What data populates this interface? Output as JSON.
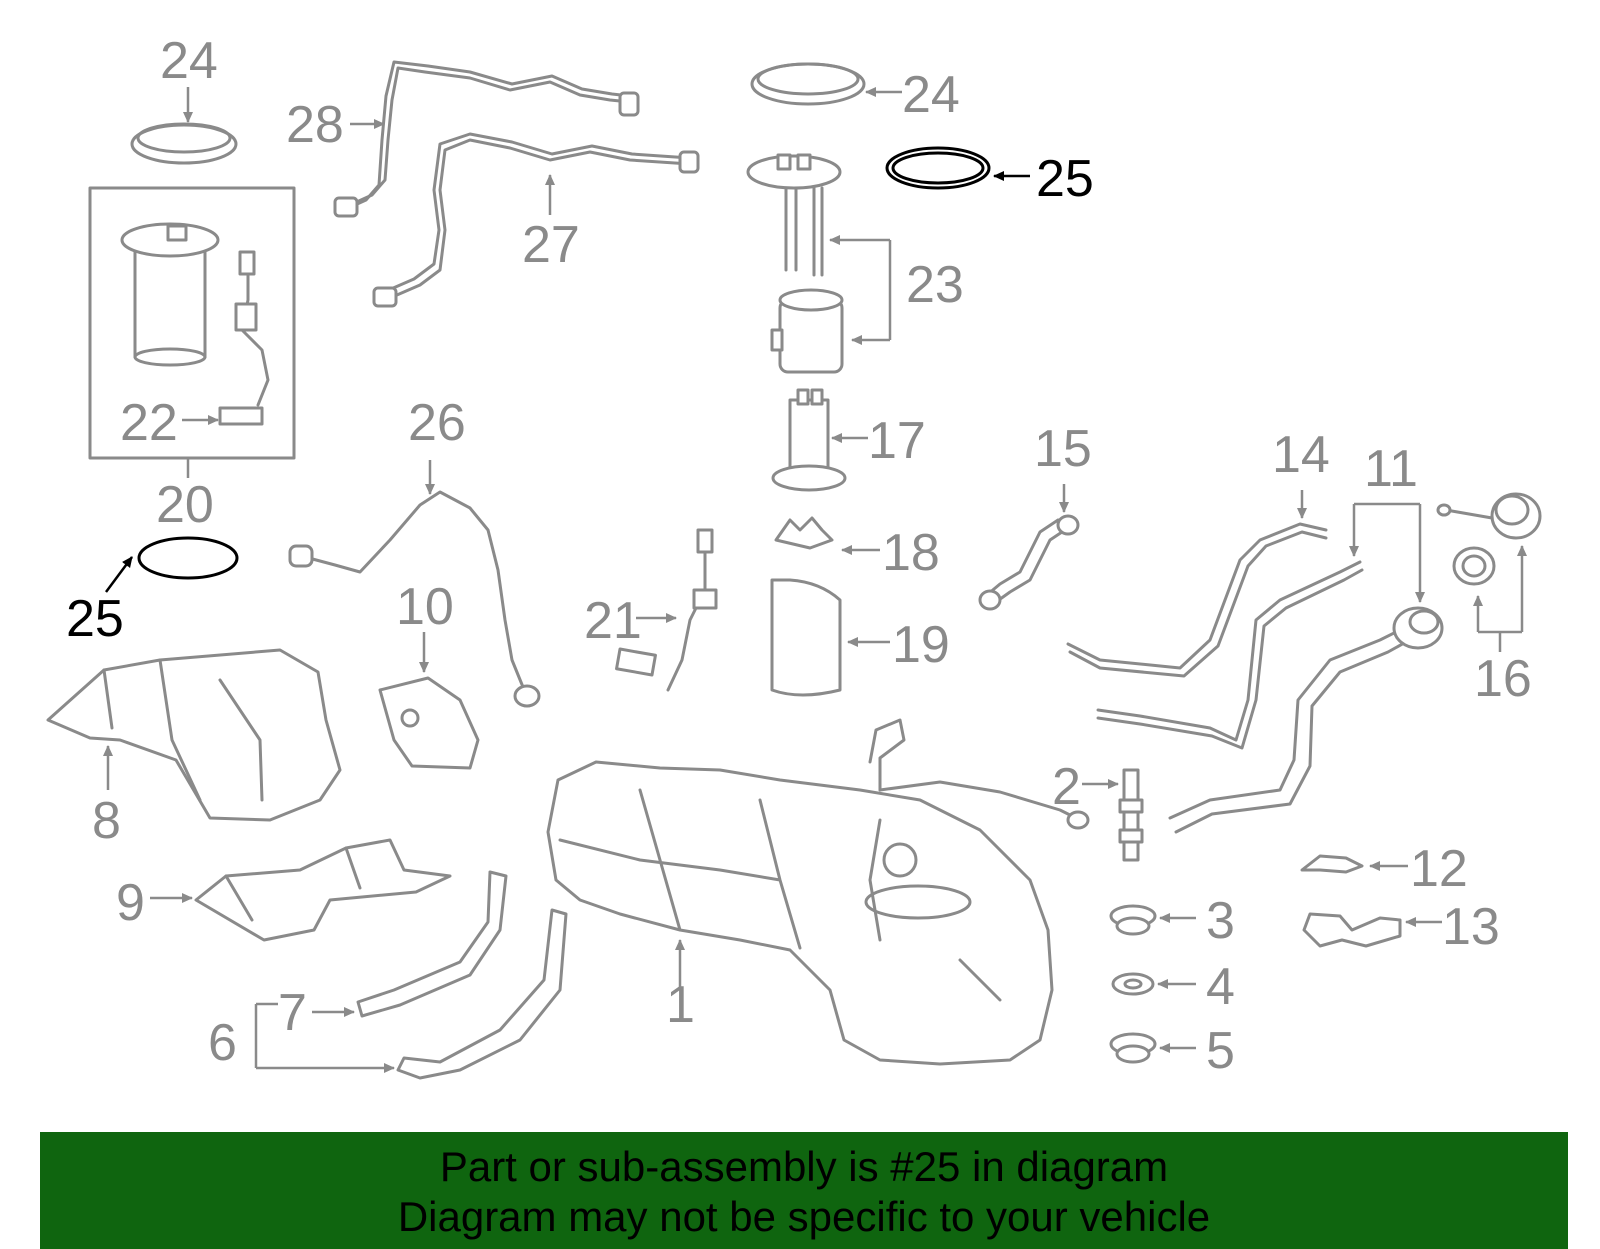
{
  "diagram": {
    "callouts": [
      "1",
      "2",
      "3",
      "4",
      "5",
      "6",
      "7",
      "8",
      "9",
      "10",
      "11",
      "12",
      "13",
      "14",
      "15",
      "16",
      "17",
      "18",
      "19",
      "20",
      "21",
      "22",
      "23",
      "24",
      "24",
      "25",
      "25",
      "26",
      "27",
      "28"
    ],
    "highlighted_part": "25",
    "colors": {
      "part_stroke": "#8a8a8a",
      "highlight": "#000000",
      "banner": "#0f650f"
    }
  },
  "banner": {
    "line1": "Part or sub-assembly is #25 in diagram",
    "line2": "Diagram may not be specific to your vehicle"
  }
}
